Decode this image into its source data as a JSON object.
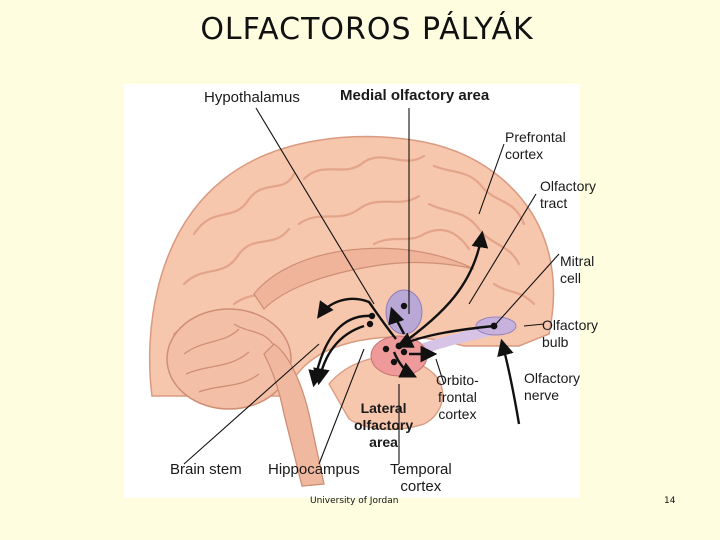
{
  "slide": {
    "title": "OLFACTOROS PÁLYÁK",
    "footer_source": "University of Jordan",
    "page_number": "14"
  },
  "figure": {
    "labels": {
      "hypothalamus": "Hypothalamus",
      "medial_olfactory_area": "Medial olfactory area",
      "prefrontal_cortex": [
        "Prefrontal",
        "cortex"
      ],
      "olfactory_tract": [
        "Olfactory",
        "tract"
      ],
      "mitral_cell": [
        "Mitral",
        "cell"
      ],
      "olfactory_bulb": [
        "Olfactory",
        "bulb"
      ],
      "olfactory_nerve": [
        "Olfactory",
        "nerve"
      ],
      "orbitofrontal_cortex": [
        "Orbito-",
        "frontal",
        "cortex"
      ],
      "lateral_olfactory_area": [
        "Lateral",
        "olfactory",
        "area"
      ],
      "brain_stem": "Brain stem",
      "hippocampus": "Hippocampus",
      "temporal_cortex": [
        "Temporal",
        "cortex"
      ]
    },
    "colors": {
      "brain_fill": "#f6c6ad",
      "brain_shadow": "#e7a98f",
      "medial_area": "#b9a7d6",
      "lateral_area": "#ee9a9a",
      "bulb": "#c7b2de",
      "pathway": "#111111"
    }
  }
}
